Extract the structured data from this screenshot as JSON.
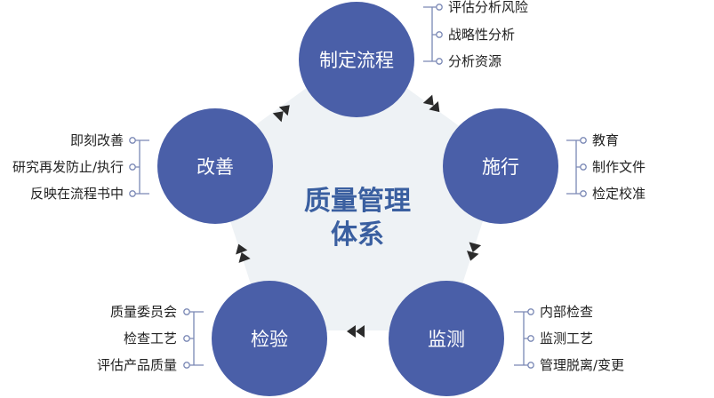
{
  "colors": {
    "node": "#4a5fa8",
    "background_pentagon": "#eef2f5",
    "bracket": "#7a88b5",
    "arrow": "#2b2b2b",
    "center_text": "#3a5fa0",
    "item_text": "#222222"
  },
  "center": {
    "line1": "质量管理",
    "line2": "体系"
  },
  "nodes": [
    {
      "id": "plan",
      "label": "制定流程",
      "items": [
        "评估分析风险",
        "战略性分析",
        "分析资源"
      ]
    },
    {
      "id": "execute",
      "label": "施行",
      "items": [
        "教育",
        "制作文件",
        "检定校准"
      ]
    },
    {
      "id": "monitor",
      "label": "监测",
      "items": [
        "内部检查",
        "监测工艺",
        "管理脱离/变更"
      ]
    },
    {
      "id": "inspect",
      "label": "检验",
      "items": [
        "质量委员会",
        "检查工艺",
        "评估产品质量"
      ]
    },
    {
      "id": "improve",
      "label": "改善",
      "items": [
        "即刻改善",
        "研究再发防止/执行",
        "反映在流程书中"
      ]
    }
  ],
  "arrow_icon": "double-triangle-arrow-icon"
}
